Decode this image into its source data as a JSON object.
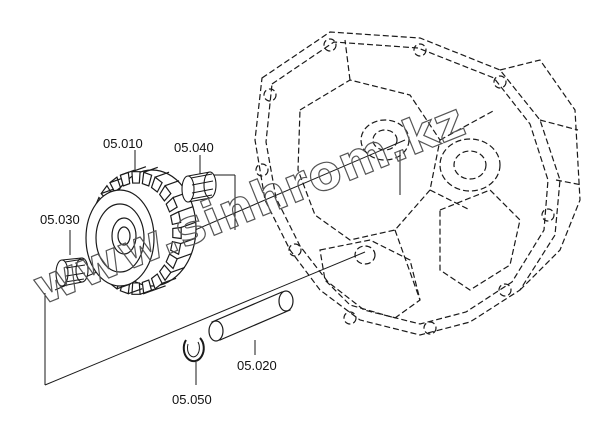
{
  "parts": [
    {
      "id": "05.010",
      "name": "gear"
    },
    {
      "id": "05.020",
      "name": "shaft"
    },
    {
      "id": "05.030",
      "name": "needle-bearing-left"
    },
    {
      "id": "05.040",
      "name": "needle-bearing-right"
    },
    {
      "id": "05.050",
      "name": "snap-ring"
    }
  ],
  "watermark": "www.sinhrom.kz",
  "colors": {
    "line": "#1a1a1a",
    "watermark": "#555555",
    "background": "#ffffff"
  }
}
